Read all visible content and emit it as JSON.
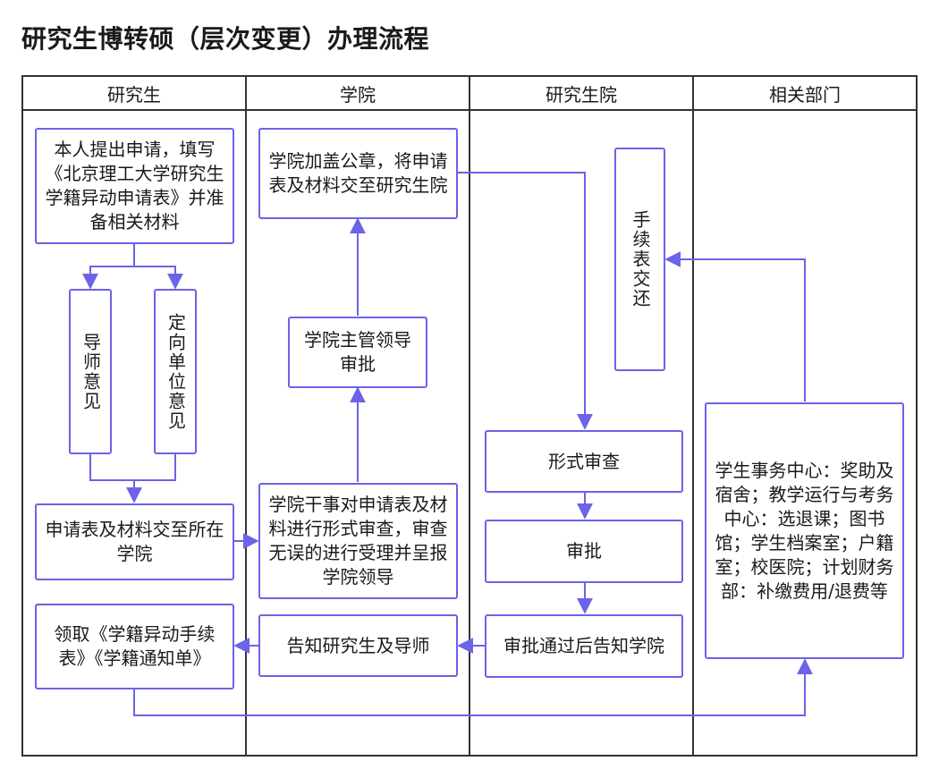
{
  "title": "研究生博转硕（层次变更）办理流程",
  "colors": {
    "accent": "#6b63e8",
    "border": "#333333"
  },
  "lanes": [
    "研究生",
    "学院",
    "研究生院",
    "相关部门"
  ],
  "nodes": {
    "apply": "本人提出申请，填写《北京理工大学研究生学籍异动申请表》并准备相关材料",
    "advisor": "导师意见",
    "unit": "定向单位意见",
    "submit": "申请表及材料交至所在学院",
    "collect": "领取《学籍异动手续表》《学籍通知单》",
    "stamp": "学院加盖公章，将申请表及材料交至研究生院",
    "leader": "学院主管领导审批",
    "clerk": "学院干事对申请表及材料进行形式审查，审查无误的进行受理并呈报学院领导",
    "notify_student": "告知研究生及导师",
    "return_form": "手续表交还",
    "formal_review": "形式审查",
    "approve": "审批",
    "notify_college": "审批通过后告知学院",
    "depts": "学生事务中心：奖助及宿舍；教学运行与考务中心：选退课；图书馆；学生档案室；户籍室；校医院；计划财务部：补缴费用/退费等"
  }
}
